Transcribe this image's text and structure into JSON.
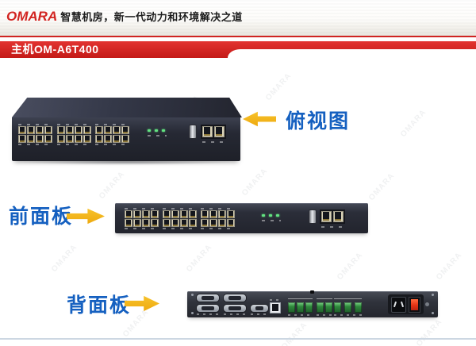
{
  "header": {
    "logo": "OMARA",
    "tagline": "智慧机房，新一代动力和环境解决之道",
    "banner_title": "主机OM-A6T400"
  },
  "views": {
    "top": {
      "label": "俯视图"
    },
    "front": {
      "label": "前面板"
    },
    "back": {
      "label": "背面板"
    }
  },
  "devices": {
    "front_ports": {
      "groups": 3,
      "ports_per_group": 8,
      "total_ports": 24,
      "led_count": 3,
      "uplink_ports": 2,
      "usb_ports": 1
    },
    "back": {
      "db9_ports": 5,
      "ethernet_ports": 1,
      "terminal_groups": [
        3,
        2,
        3
      ],
      "power_inlet": 1,
      "power_switch": 1
    }
  },
  "colors": {
    "brand_red": "#d02421",
    "label_blue": "#1560c0",
    "arrow_gold": "#f3b514",
    "device_case": "#272a36",
    "port_beige": "#d9d2b8",
    "led_green": "#62e381",
    "terminal_green": "#2f8a3c",
    "switch_red": "#e43215"
  },
  "watermark": {
    "text": "OMARA"
  }
}
